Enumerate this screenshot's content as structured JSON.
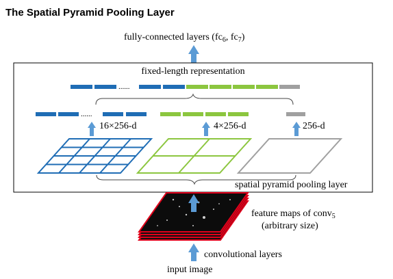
{
  "title": "The Spatial Pyramid Pooling Layer",
  "labels": {
    "fc_main": "fully-connected layers (fc",
    "fc_sub1": "6",
    "fc_mid": ", fc",
    "fc_sub2": "7",
    "fc_end": ")",
    "fixed_length": "fixed-length representation",
    "dim_16": "16×256-d",
    "dim_4": "4×256-d",
    "dim_1": "256-d",
    "spp_layer": "spatial pyramid pooling layer",
    "feature_maps": "feature maps of conv",
    "feature_maps_sub": "5",
    "arbitrary_size": "(arbitrary size)",
    "conv_layers": "convolutional layers",
    "input_image": "input image",
    "dots": "......"
  },
  "colors": {
    "blue": "#1f6db5",
    "green": "#8cc63f",
    "gray": "#a0a0a0",
    "arrow": "#5b9bd5",
    "red": "#e0001a",
    "black": "#000000"
  }
}
